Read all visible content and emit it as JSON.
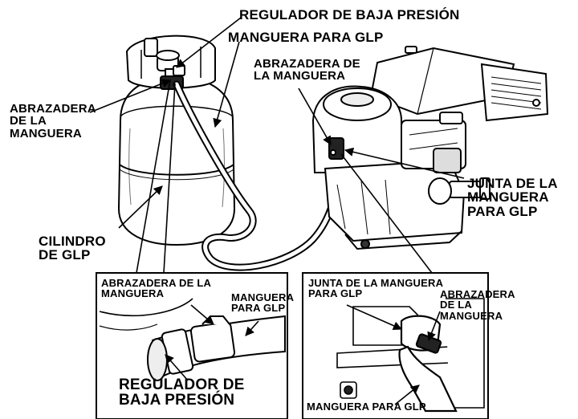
{
  "labels": {
    "regulator_top": "REGULADOR DE BAJA PRESIÓN",
    "hose_top": "MANGUERA PARA GLP",
    "engine_clamp": [
      "ABRAZADERA DE",
      "LA MANGUERA"
    ],
    "left_clamp": [
      "ABRAZADERA",
      "DE LA",
      "MANGUERA"
    ],
    "hose_joint": [
      "JUNTA DE LA",
      "MANGUERA",
      "PARA GLP"
    ],
    "cylinder": [
      "CILINDRO",
      "DE GLP"
    ]
  },
  "inset_left": {
    "clamp": [
      "ABRAZADERA DE LA",
      "MANGUERA"
    ],
    "hose": [
      "MANGUERA",
      "PARA GLP"
    ],
    "regulator": [
      "REGULADOR DE",
      "BAJA PRESIÓN"
    ]
  },
  "inset_right": {
    "joint": [
      "JUNTA DE LA MANGUERA",
      "PARA GLP"
    ],
    "clamp": [
      "ABRAZADERA",
      "DE LA",
      "MANGUERA"
    ],
    "hose": "MANGUERA PARA GLP"
  }
}
